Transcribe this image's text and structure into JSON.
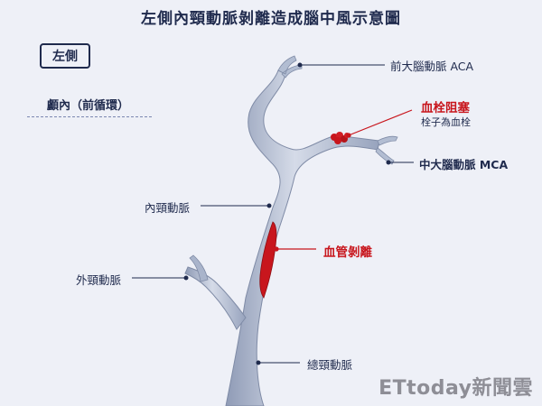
{
  "title": "左側內頸動脈剝離造成腦中風示意圖",
  "side_label": "左側",
  "region_label": "顱內（前循環）",
  "labels": {
    "aca": "前大腦動脈 ACA",
    "mca": "中大腦動脈 MCA",
    "embolism": "血栓阻塞",
    "embolism_note": "栓子為血栓",
    "ica": "內頸動脈",
    "dissection": "血管剝離",
    "eca": "外頸動脈",
    "cca": "總頸動脈"
  },
  "logo_text": "ETtoday新聞雲",
  "colors": {
    "background": "#eef0f7",
    "text_dark": "#1f2a4d",
    "accent_red": "#c8161d",
    "vessel": "#b9c4d8",
    "vessel_shade": "#8f9bb6"
  }
}
